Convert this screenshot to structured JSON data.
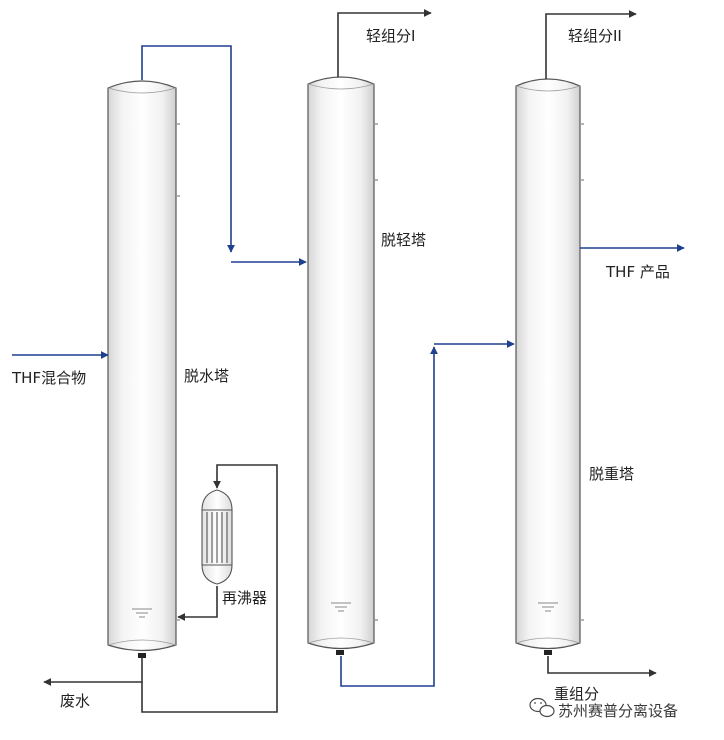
{
  "labels": {
    "feed": "THF混合物",
    "tower1": "脱水塔",
    "tower2": "脱轻塔",
    "tower3": "脱重塔",
    "light1": "轻组分I",
    "light2": "轻组分II",
    "product": "THF 产品",
    "wastewater": "废水",
    "heavy": "重组分",
    "reboiler": "再沸器"
  },
  "watermark": {
    "text": "苏州赛普分离设备",
    "icon": "wechat-icon"
  },
  "colors": {
    "blue_stream": "#1f3f8f",
    "dark_stream": "#333333",
    "tower_stroke": "#555555",
    "tower_fill_edge": "#d4d4d4",
    "tower_fill_center": "#ffffff",
    "grey_stub": "#9a9a9a"
  }
}
